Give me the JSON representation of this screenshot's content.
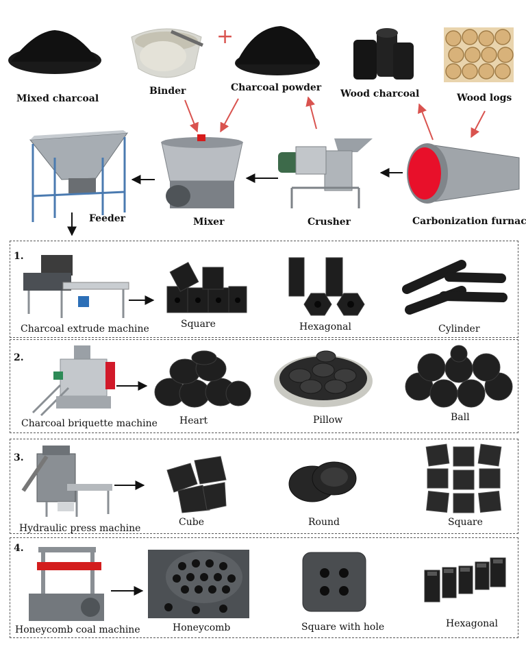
{
  "top": {
    "mixed_charcoal": "Mixed charcoal",
    "binder": "Binder",
    "plus": "+",
    "charcoal_powder": "Charcoal powder",
    "wood_charcoal": "Wood charcoal",
    "wood_logs": "Wood logs",
    "feeder": "Feeder",
    "mixer": "Mixer",
    "crusher": "Crusher",
    "carbonization_furnace": "Carbonization furnace"
  },
  "sections": [
    {
      "num": "1.",
      "machine": "Charcoal extrude machine",
      "products": [
        "Square",
        "Hexagonal",
        "Cylinder"
      ]
    },
    {
      "num": "2.",
      "machine": "Charcoal briquette machine",
      "products": [
        "Heart",
        "Pillow",
        "Ball"
      ]
    },
    {
      "num": "3.",
      "machine": "Hydraulic press machine",
      "products": [
        "Cube",
        "Round",
        "Square"
      ]
    },
    {
      "num": "4.",
      "machine": "Honeycomb coal machine",
      "products": [
        "Honeycomb",
        "Square with hole",
        "Hexagonal"
      ]
    }
  ],
  "colors": {
    "arrow_red": "#d9534f",
    "arrow_black": "#111111",
    "charcoal": "#1b1b1b",
    "machine_gray": "#9aa0a6",
    "furnace_red": "#e8102a",
    "log_tan": "#d8b27a"
  }
}
